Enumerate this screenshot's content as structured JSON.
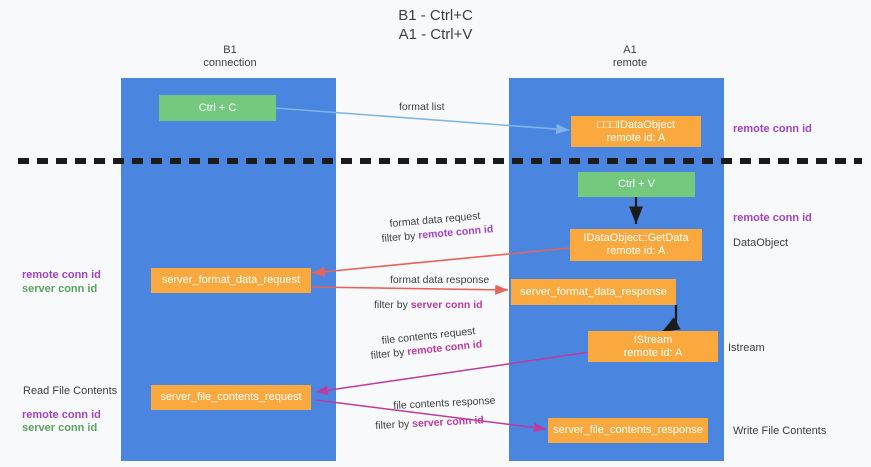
{
  "title": "B1 - Ctrl+C\nA1 - Ctrl+V",
  "lanes": [
    {
      "name": "b1",
      "header": "B1\nconnection"
    },
    {
      "name": "a1",
      "header": "A1\nremote"
    }
  ],
  "nodes": {
    "ctrl_c": "Ctrl + C",
    "ctrl_v": "Ctrl + V",
    "idataobject": "□□□IDataObject\nremote id: A",
    "idataobject_getdata": "IDataObject::GetData\nremote id: A",
    "istream": "IStream\nremote id: A",
    "server_format_data_request": "server_format_data_request",
    "server_format_data_response": "server_format_data_response",
    "server_file_contents_request": "server_file_contents_request",
    "server_file_contents_response": "server_file_contents_response"
  },
  "edge_labels": {
    "format_list": "format list",
    "format_data_request": "format data request",
    "format_data_request_filter_prefix": "filter by ",
    "format_data_request_filter_value": "remote conn id",
    "format_data_response": "format data response",
    "format_data_response_filter_prefix": "filter by ",
    "format_data_response_filter_value": "server conn id",
    "file_contents_request": "file contents request",
    "file_contents_request_filter_prefix": "filter by ",
    "file_contents_request_filter_value": "remote conn id",
    "file_contents_response": "file contents response",
    "file_contents_response_filter_prefix": "filter by ",
    "file_contents_response_filter_value": "server conn id"
  },
  "annotations": {
    "right_remote_conn_id_top": "remote conn id",
    "right_remote_conn_id_mid": "remote conn id",
    "right_dataobject": "DataObject",
    "right_istream": "Istream",
    "right_write_file_contents": "Write File Contents",
    "left_remote_conn_id_mid": "remote conn id",
    "left_server_conn_id_mid": "server conn id",
    "left_read_file_contents": "Read File Contents",
    "left_remote_conn_id_low": "remote conn id",
    "left_server_conn_id_low": "server conn id"
  },
  "colors": {
    "lane": "#4a86e0",
    "node_orange": "#f9a93e",
    "node_green": "#74c97f",
    "purple": "#a142c8",
    "green_text": "#5ba35f",
    "magenta": "#c0399f",
    "arrow_lightblue": "#7fb4e8",
    "arrow_red": "#e8645a",
    "arrow_black": "#1b1b1b",
    "background": "#f8f9fa"
  }
}
